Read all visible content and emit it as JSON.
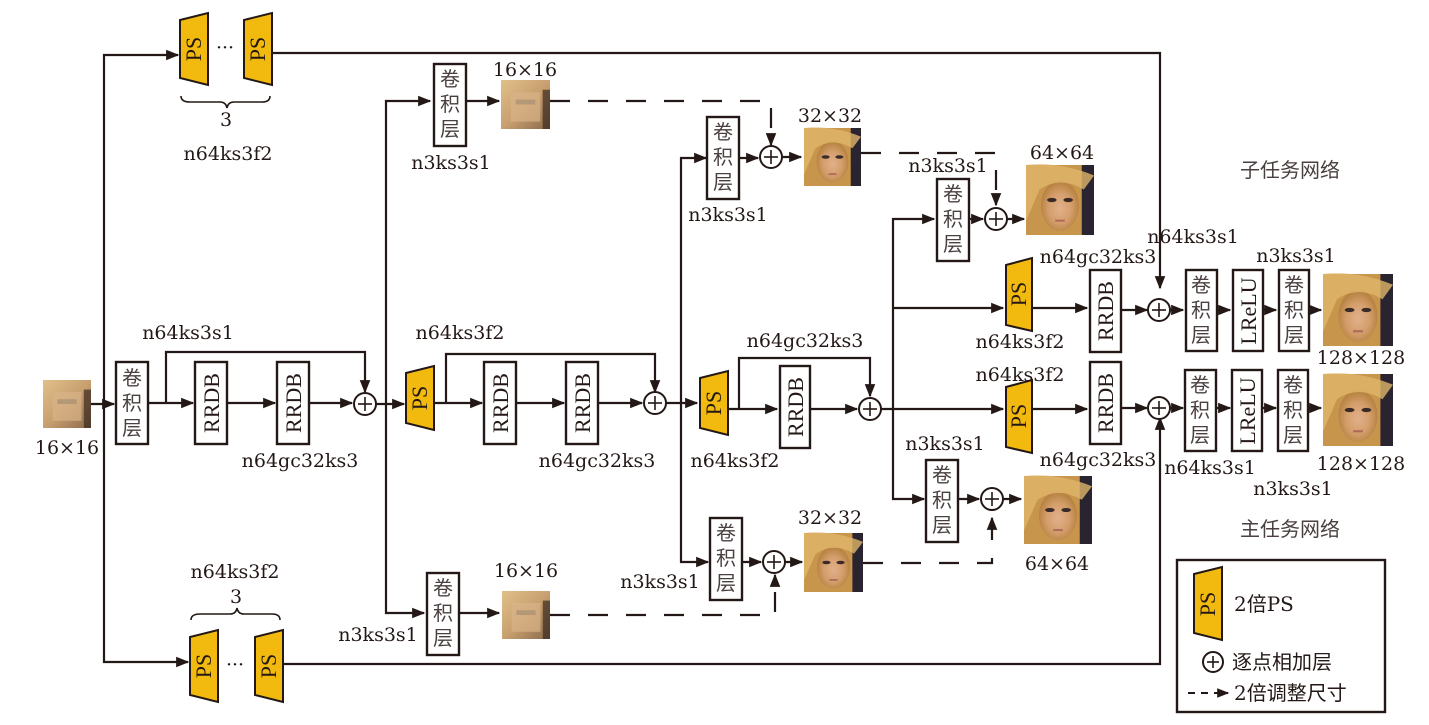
{
  "diagram": {
    "subtask_title": "子任务网络",
    "maintask_title": "主任务网络",
    "conv_label_chars": [
      "卷",
      "积",
      "层"
    ],
    "rrdb_label": "RRDB",
    "ps_label": "PS",
    "lrelu_label": "LReLU",
    "dots": "···",
    "repeat_count": "3",
    "sizes": {
      "s16": "16×16",
      "s32": "32×32",
      "s64": "64×64",
      "s128": "128×128"
    },
    "params": {
      "n64ks3s1": "n64ks3s1",
      "n64ks3f2": "n64ks3f2",
      "n64gc32ks3": "n64gc32ks3",
      "n3ks3s1": "n3ks3s1"
    },
    "face_colors": {
      "hair": "#c89a52",
      "skin": "#d7a57a",
      "dark": "#3a2a20",
      "blur": "#c9a070"
    },
    "ps_color": "#f2b90f"
  },
  "legend": {
    "ps_text": "2倍PS",
    "add_text": "逐点相加层",
    "resize_text": "2倍调整尺寸"
  }
}
